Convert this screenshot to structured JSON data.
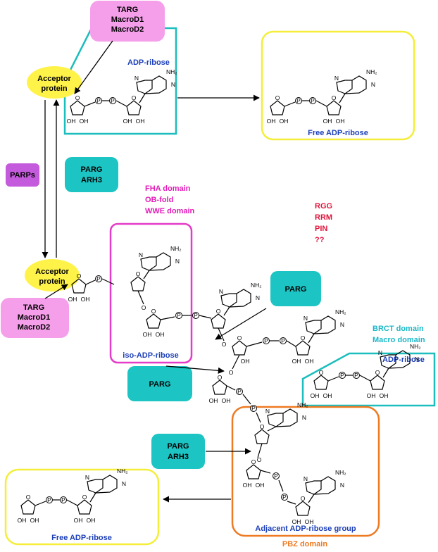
{
  "colors": {
    "enzyme_pink": "#F59FEA",
    "enzyme_teal": "#1CC4C4",
    "parp_purple": "#C45ADC",
    "acceptor_yellow": "#FFF34A",
    "frame_teal": "#1BBDBD",
    "frame_yellow": "#F4EE3A",
    "frame_magenta": "#E43BC8",
    "frame_orange": "#EE7A22",
    "text_blue": "#1C3FB8",
    "text_magenta": "#E21BB8",
    "text_red": "#E0143C",
    "text_teal": "#1BB8C8",
    "text_orange": "#EE7A22"
  },
  "enzymes": {
    "targ_macro_top": [
      "TARG",
      "MacroD1",
      "MacroD2"
    ],
    "targ_macro_left": [
      "TARG",
      "MacroD1",
      "MacroD2"
    ],
    "parps": "PARPs",
    "parg_arh3_top": [
      "PARG",
      "ARH3"
    ],
    "parg_right": "PARG",
    "parg_mid": "PARG",
    "parg_arh3_bottom": [
      "PARG",
      "ARH3"
    ]
  },
  "acceptor_top": [
    "Acceptor",
    "protein"
  ],
  "acceptor_mid": [
    "Acceptor",
    "protein"
  ],
  "binding_domains": {
    "magenta": [
      "FHA domain",
      "OB-fold",
      "WWE domain"
    ],
    "red": [
      "RGG",
      "RRM",
      "PIN",
      "??"
    ],
    "teal": [
      "BRCT domain",
      "Macro domain"
    ]
  },
  "labels": {
    "adp_ribose_top": "ADP-ribose",
    "free_adp_ribose_top": "Free ADP-ribose",
    "iso_adp_ribose": "iso-ADP-ribose",
    "adp_ribose_right": "ADP-ribose",
    "adjacent_group": "Adjacent ADP-ribose group",
    "pbz_domain": "PBZ domain",
    "free_adp_ribose_bottom": "Free ADP-ribose"
  },
  "chem": {
    "phosphate": "P",
    "nh2": "NH₂",
    "n": "N",
    "o": "O",
    "oh": "OH"
  }
}
